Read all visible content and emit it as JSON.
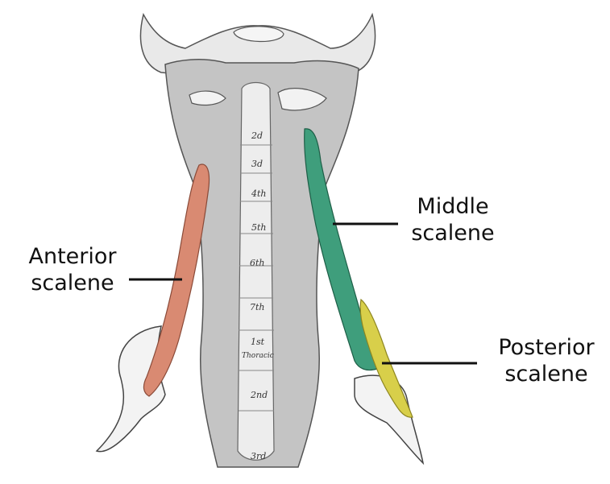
{
  "labels": {
    "anterior": {
      "line1": "Anterior",
      "line2": "scalene"
    },
    "middle": {
      "line1": "Middle",
      "line2": "scalene"
    },
    "posterior": {
      "line1": "Posterior",
      "line2": "scalene"
    }
  },
  "vertebra_marks": [
    "2d",
    "3d",
    "4th",
    "5th",
    "6th",
    "7th",
    "1st",
    "Thoracic",
    "2nd",
    "3rd"
  ],
  "colors": {
    "anterior_scalene": "#d98a72",
    "middle_scalene": "#3f9e7c",
    "posterior_scalene": "#d8cf4a",
    "bone": "#f1f1f1",
    "muscle_gray": "#b9b9b9",
    "leader_line": "#111111"
  }
}
